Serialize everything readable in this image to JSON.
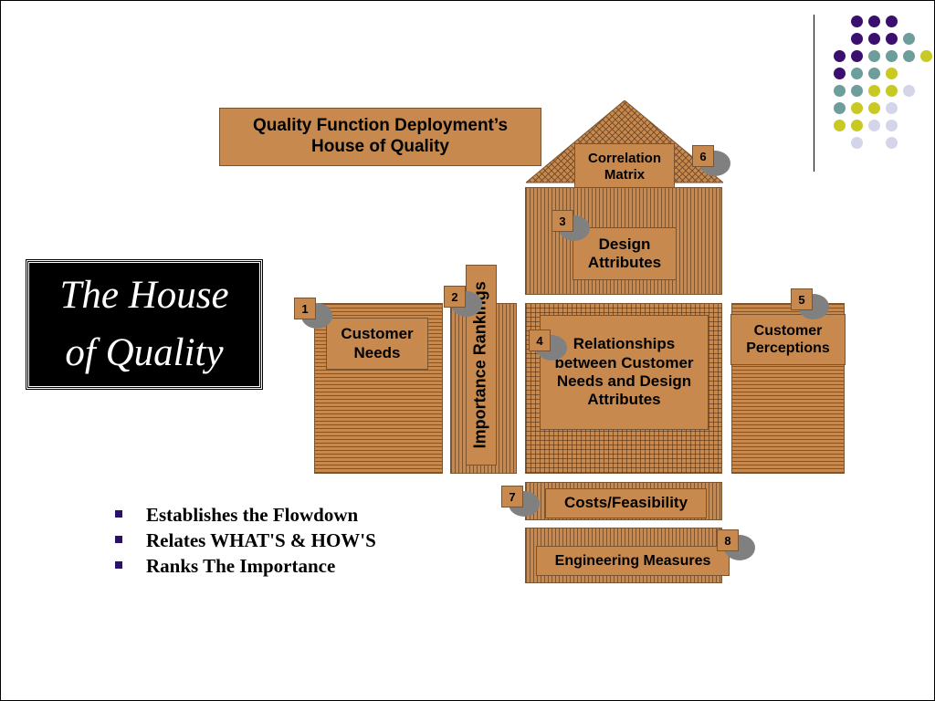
{
  "slide": {
    "title": "The House of Quality",
    "header_box": "Quality Function Deployment’s House of Quality",
    "bullets": [
      "Establishes the Flowdown",
      "Relates WHAT'S & HOW'S",
      "Ranks The Importance"
    ]
  },
  "house": {
    "correlation_matrix": "Correlation Matrix",
    "design_attributes": "Design Attributes",
    "customer_needs": "Customer Needs",
    "importance_rankings": "Importance Rankings",
    "relationships": "Relationships between Customer Needs and Design Attributes",
    "customer_perceptions": "Customer Perceptions",
    "costs_feasibility": "Costs/Feasibility",
    "engineering_measures": "Engineering Measures"
  },
  "badges": [
    "1",
    "2",
    "3",
    "4",
    "5",
    "6",
    "7",
    "8"
  ],
  "colors": {
    "tan": "#C8894F",
    "purple": "#3A0F6E",
    "teal": "#6E9E9C",
    "yellow": "#C9C924",
    "lavender": "#D5D5EA",
    "bullet": "#2a0f6b"
  }
}
